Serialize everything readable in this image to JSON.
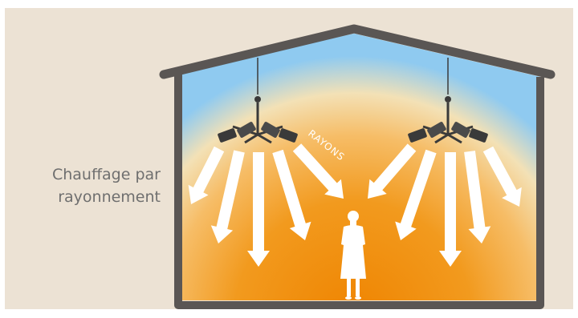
{
  "caption": {
    "line1": "Chauffage par",
    "line2": "rayonnement"
  },
  "rays_label": "RAYONS",
  "colors": {
    "background": "#ece2d4",
    "sky": "#8fcaf0",
    "heat_core": "#f08a00",
    "heat_mid": "#f6b25a",
    "house_frame": "#5a5654",
    "arrows": "#ffffff",
    "person": "#ffffff"
  },
  "icons": {
    "heater": "ceiling-radiant-heater-icon",
    "arrow": "white-arrow-icon",
    "person": "standing-person-silhouette-icon"
  }
}
